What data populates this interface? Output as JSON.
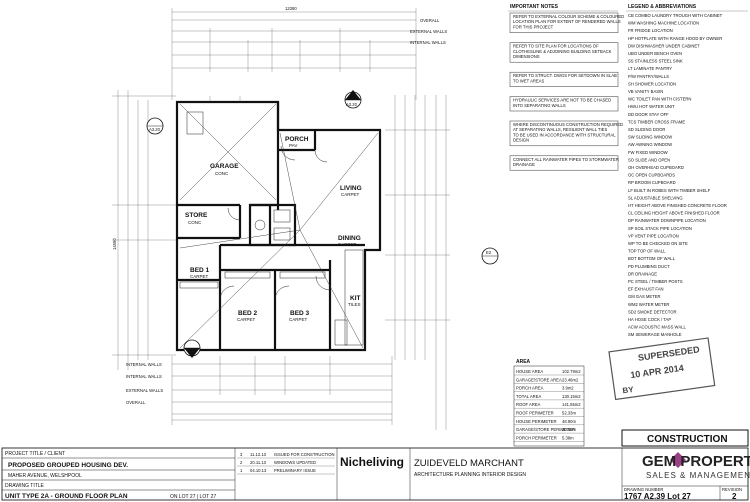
{
  "plan": {
    "rooms": {
      "garage": "GARAGE",
      "garage_sub": "CONC",
      "store": "STORE",
      "store_sub": "CONC",
      "porch": "PORCH",
      "porch_sub": "PAV",
      "living": "LIVING",
      "living_sub": "CARPET",
      "dining": "DINING",
      "dining_sub": "CARPET",
      "bed1": "BED 1",
      "bed1_sub": "CARPET",
      "bed2": "BED 2",
      "bed2_sub": "CARPET",
      "bed3": "BED 3",
      "bed3_sub": "CARPET",
      "kit": "KIT",
      "kit_sub": "TILES"
    },
    "top_dimension": "12390",
    "left_dimension": "14590",
    "top_labels": [
      "OVERALL",
      "EXTERNAL WALLS",
      "INTERNAL WALLS"
    ],
    "bottom_labels": [
      "INTERNAL WALLS",
      "INTERNAL WALLS",
      "EXTERNAL WALLS",
      "OVERALL"
    ],
    "section_markers": [
      "E1",
      "A3.20",
      "E2",
      "A3.20"
    ]
  },
  "notes": {
    "heading": "IMPORTANT NOTES",
    "items": [
      "REFER TO EXTERNAL COLOUR SCHEME & COLOURED LOCATION PLAN FOR EXTENT OF RENDERED WALLS FOR THIS PROJECT",
      "REFER TO SITE PLAN FOR LOCATIONS OF CLOTHESLINE & ADJOINING BUILDING SETBACK DIMENSIONS",
      "REFER TO STRUCT. DWGS FOR SETDOWN IN SLAB TO WET AREAS",
      "HYDRAULIC SERVICES ARE NOT TO BE CHASED INTO SEPARATING WALLS",
      "WHERE DISCONTINUOUS CONSTRUCTION REQUIRED AT SEPARATING WALLS, RESILIENT WALL TIES TO BE USED IN ACCORDANCE WITH STRUCTURAL DESIGN",
      "CONNECT ALL RAINWATER PIPES TO STORMWATER DRAINAGE"
    ]
  },
  "legend": {
    "heading": "LEGEND & ABBREVIATIONS",
    "items": [
      "CB  COMBO LAUNDRY TROUGH WITH CABINET",
      "WM  WASHING MACHINE LOCATION",
      "FR  FRIDGE LOCATION",
      "HP  HOTPLATE WITH RANGE HOOD BY OWNER",
      "DW  DISHWASHER UNDER CABINET",
      "UBO  UNDER BENCH OVEN",
      "SS  STAINLESS STEEL SINK",
      "LT  LAMINATE PANTRY",
      "P/W  PANTRY/WALLS",
      "SH  SHOWER LOCATION",
      "VB  VANITY BASIN",
      "WC  TOILET PAN WITH CISTERN",
      "HWU  HOT WATER UNIT",
      "DD  DOOR STAY OFF",
      "TCS  TIMBER CROSS FRAME",
      "SD  SLIDING DOOR",
      "SW  SLIDING WINDOW",
      "AW  AWNING WINDOW",
      "FW  FIXED WINDOW",
      "SO  SLIDE AND OPEN",
      "OH  OVERHEAD CUPBOARD",
      "OC  OPEN CUPBOARDS",
      "RP  BROOM CUPBOARD",
      "LF  BUILT IN ROBES WITH TIMBER SHELF",
      "SL  ADJUSTABLE SHELVING",
      "HT  HEIGHT ABOVE FINISHED CONCRETE FLOOR",
      "CL  CEILING HEIGHT ABOVE FINISHED FLOOR",
      "DP  RAINWATER DOWNPIPE LOCATION",
      "SP  SOIL STACK PIPE LOCATION",
      "VP  VENT PIPE LOCATION",
      "WP  TO BE CHECKED ON SITE",
      "TOP  TOP OF WALL",
      "BOT  BOTTOM OF WALL",
      "PD  PLUMBING DUCT",
      "DR  DRAINAGE",
      "PC  STEEL / TIMBER POSTS",
      "EF  EXHAUST FAN",
      "GM  GAS METER",
      "WM2  WATER METER",
      "SD2  SMOKE DETECTOR",
      "HA  HOSE COCK / TAP",
      "ACW  ACOUSTIC MASS WALL",
      "SM  SEWERAGE MANHOLE"
    ]
  },
  "area": {
    "heading": "AREA",
    "rows": [
      {
        "label": "HOUSE AREA",
        "value": "102.79m2"
      },
      {
        "label": "GARAGE/STORE AREA",
        "value": "23.46m2"
      },
      {
        "label": "PORCH AREA",
        "value": "3.9m2"
      },
      {
        "label": "TOTAL AREA",
        "value": "130.15m2"
      },
      {
        "label": "ROOF AREA",
        "value": "141.55m2"
      },
      {
        "label": "ROOF PERIMETER",
        "value": "52.33m"
      },
      {
        "label": "HOUSE PERIMETER",
        "value": "48.90m"
      },
      {
        "label": "GARAGE/STORE PERIMETER",
        "value": "20.66m"
      },
      {
        "label": "PORCH PERIMETER",
        "value": "5.38m"
      }
    ]
  },
  "stamp": {
    "line1": "SUPERSEDED",
    "line2": "10 APR 2014",
    "line3": "BY"
  },
  "construction": "CONSTRUCTION",
  "title_block": {
    "project_label": "PROJECT TITLE / CLIENT",
    "project": "PROPOSED GROUPED HOUSING DEV.",
    "project_sub": "MAHER AVENUE, WELSHPOOL",
    "drawing_label": "DRAWING TITLE",
    "drawing": "UNIT TYPE 2A - GROUND FLOOR PLAN",
    "sheet_ref": "ON LOT 27 | LOT 27",
    "revisions": [
      {
        "rev": "3",
        "date": "11.12.13",
        "desc": "ISSUED FOR CONSTRUCTION"
      },
      {
        "rev": "2",
        "date": "20.11.13",
        "desc": "WINDOWS UPDATED"
      },
      {
        "rev": "1",
        "date": "04.10.13",
        "desc": "PRELIMINARY ISSUE"
      }
    ],
    "builder": "Nicheliving",
    "architect": "ZUIDEVELD MARCHANT",
    "architect_sub": "ARCHITECTURE  PLANNING  INTERIOR DESIGN",
    "drawing_number_label": "DRAWING NUMBER",
    "drawing_number": "1767 A2.39 Lot 27",
    "revision_label": "REVISION",
    "revision": "2"
  },
  "watermark": {
    "line1": "GEM PROPERTY",
    "line2": "SALES & MANAGEMENT"
  }
}
